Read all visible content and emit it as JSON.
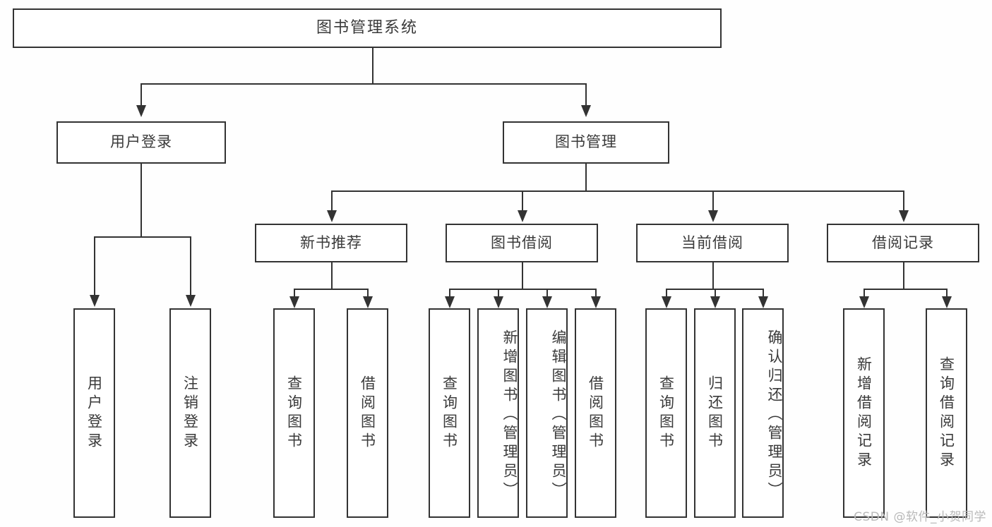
{
  "diagram": {
    "title": "图书管理系统",
    "type": "tree",
    "colors": {
      "stroke": "#333333",
      "box_fill": "#ffffff",
      "text": "#3a3a3a",
      "background": "#fefefe",
      "watermark": "#b9b9b9"
    }
  },
  "root": {
    "label": "图书管理系统"
  },
  "level2": [
    {
      "label": "用户登录"
    },
    {
      "label": "图书管理"
    }
  ],
  "level3": [
    {
      "label": "新书推荐"
    },
    {
      "label": "图书借阅"
    },
    {
      "label": "当前借阅"
    },
    {
      "label": "借阅记录"
    }
  ],
  "leaves": {
    "user_login": [
      {
        "label": "用户登录"
      },
      {
        "label": "注销登录"
      }
    ],
    "new_book_recommend": [
      {
        "label": "查询图书"
      },
      {
        "label": "借阅图书"
      }
    ],
    "book_borrow": [
      {
        "label": "查询图书"
      },
      {
        "label": "新增图书（管理员）"
      },
      {
        "label": "编辑图书（管理员）"
      },
      {
        "label": "借阅图书"
      }
    ],
    "current_borrow": [
      {
        "label": "查询图书"
      },
      {
        "label": "归还图书"
      },
      {
        "label": "确认归还（管理员）"
      }
    ],
    "borrow_record": [
      {
        "label": "新增借阅记录"
      },
      {
        "label": "查询借阅记录"
      }
    ]
  },
  "watermark": {
    "text": "CSDN @软件_小贺同学"
  },
  "chart_data": {
    "type": "table",
    "title": "图书管理系统",
    "hierarchy": [
      {
        "label": "图书管理系统",
        "children": [
          {
            "label": "用户登录",
            "children": [
              {
                "label": "用户登录"
              },
              {
                "label": "注销登录"
              }
            ]
          },
          {
            "label": "图书管理",
            "children": [
              {
                "label": "新书推荐",
                "children": [
                  {
                    "label": "查询图书"
                  },
                  {
                    "label": "借阅图书"
                  }
                ]
              },
              {
                "label": "图书借阅",
                "children": [
                  {
                    "label": "查询图书"
                  },
                  {
                    "label": "新增图书（管理员）"
                  },
                  {
                    "label": "编辑图书（管理员）"
                  },
                  {
                    "label": "借阅图书"
                  }
                ]
              },
              {
                "label": "当前借阅",
                "children": [
                  {
                    "label": "查询图书"
                  },
                  {
                    "label": "归还图书"
                  },
                  {
                    "label": "确认归还（管理员）"
                  }
                ]
              },
              {
                "label": "借阅记录",
                "children": [
                  {
                    "label": "新增借阅记录"
                  },
                  {
                    "label": "查询借阅记录"
                  }
                ]
              }
            ]
          }
        ]
      }
    ]
  }
}
